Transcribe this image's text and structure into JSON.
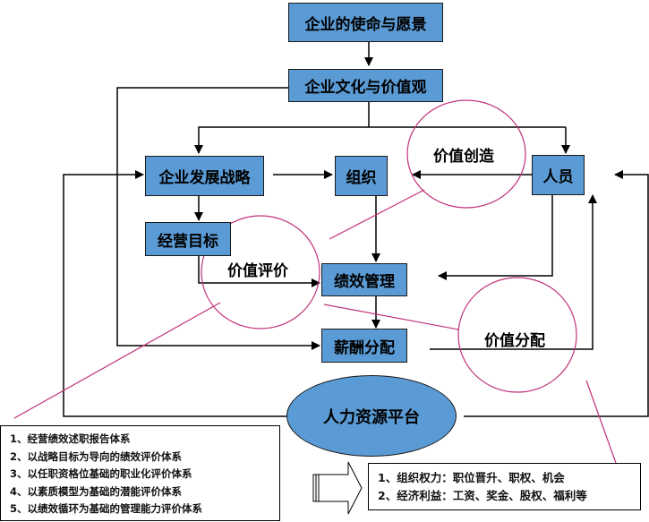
{
  "diagram": {
    "nodes": {
      "mission": "企业的使命与愿景",
      "culture": "企业文化与价值观",
      "strategy": "企业发展战略",
      "organization": "组织",
      "personnel": "人员",
      "business_goals": "经营目标",
      "performance": "绩效管理",
      "compensation": "薪酬分配",
      "hr_platform": "人力资源平台"
    },
    "circles": {
      "value_creation": "价值创造",
      "value_evaluation": "价值评价",
      "value_distribution": "价值分配"
    },
    "evaluation_systems": [
      "1、经营绩效述职报告体系",
      "2、以战略目标为导向的绩效评价体系",
      "3、以任职资格位基础的职业化评价体系",
      "4、以素质模型为基础的潜能评价体系",
      "5、以绩效循环为基础的管理能力评价体系"
    ],
    "distribution_items": [
      "1、组织权力：职位晋升、职权、机会",
      "2、经济利益：工资、奖金、股权、福利等"
    ],
    "colors": {
      "box_fill": "#5b9bd5",
      "circle_stroke": "#c0307a",
      "line": "#000000"
    }
  }
}
